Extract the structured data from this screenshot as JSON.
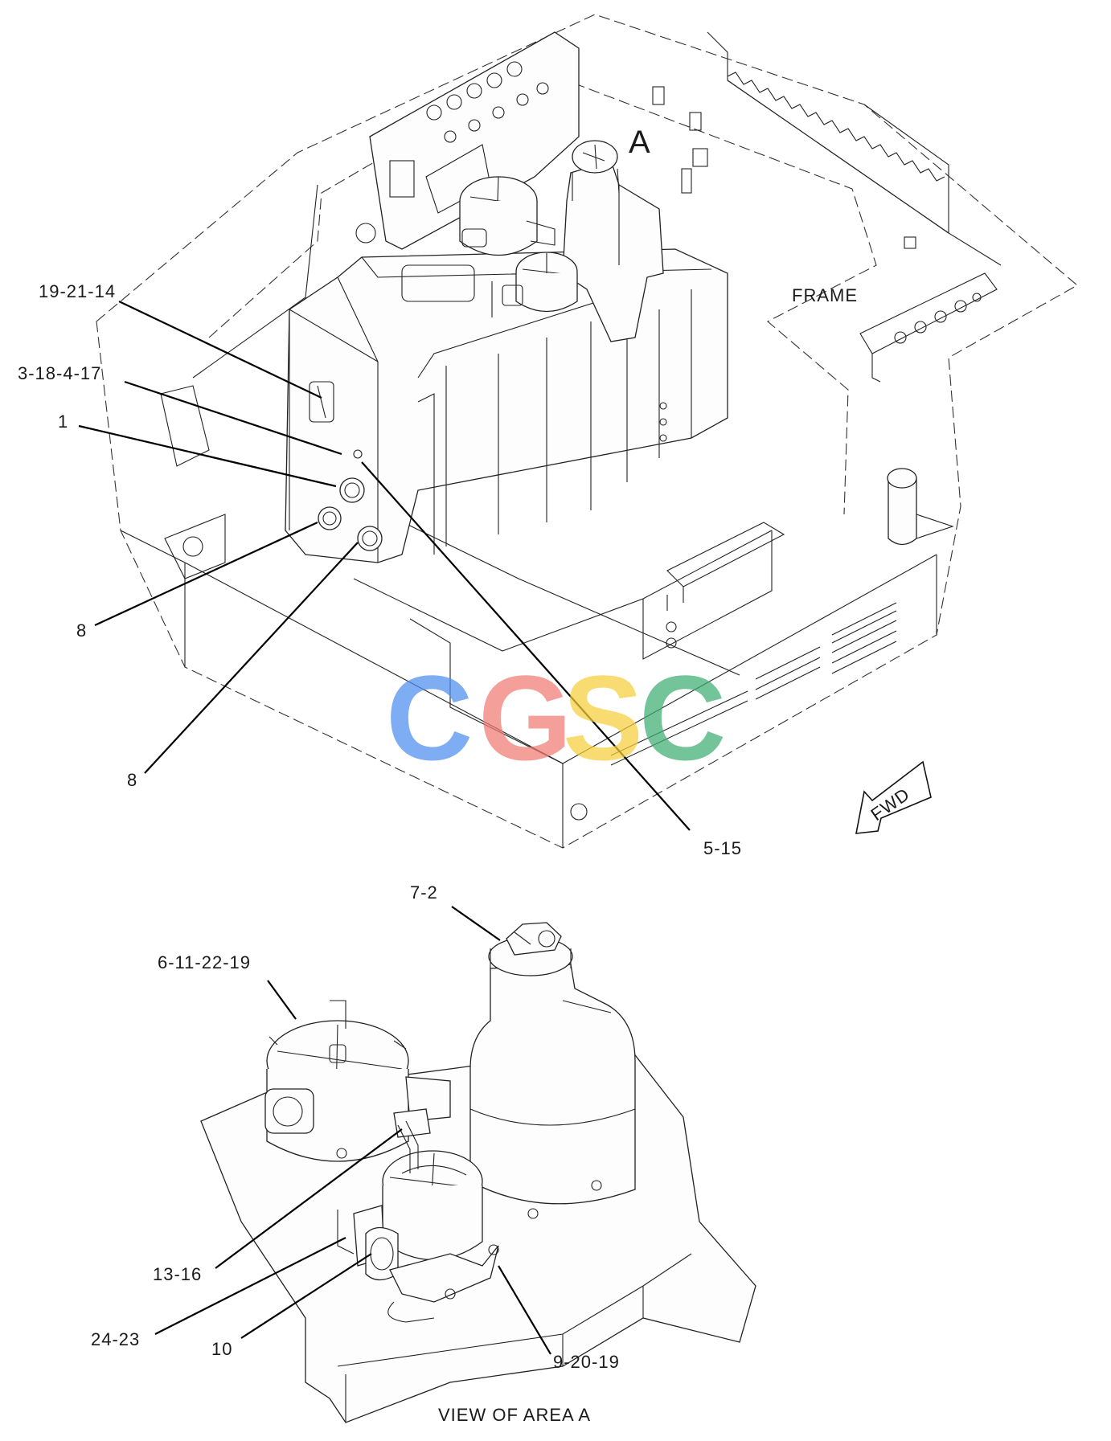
{
  "labels": {
    "frame": "FRAME",
    "area_marker": "A",
    "fwd": "FWD",
    "view_caption": "VIEW OF AREA A"
  },
  "callouts": {
    "c1": "19-21-14",
    "c2": "3-18-4-17",
    "c3": "1",
    "c4": "8",
    "c5": "8",
    "c6": "5-15",
    "c7": "7-2",
    "c8": "6-11-22-19",
    "c9": "13-16",
    "c10": "24-23",
    "c11": "10",
    "c12": "9-20-19"
  },
  "watermark": {
    "letters": [
      "C",
      "G",
      "S",
      "C"
    ],
    "colors": [
      "#4d8ef0",
      "#f07b72",
      "#f6cf3c",
      "#3fae72"
    ]
  }
}
